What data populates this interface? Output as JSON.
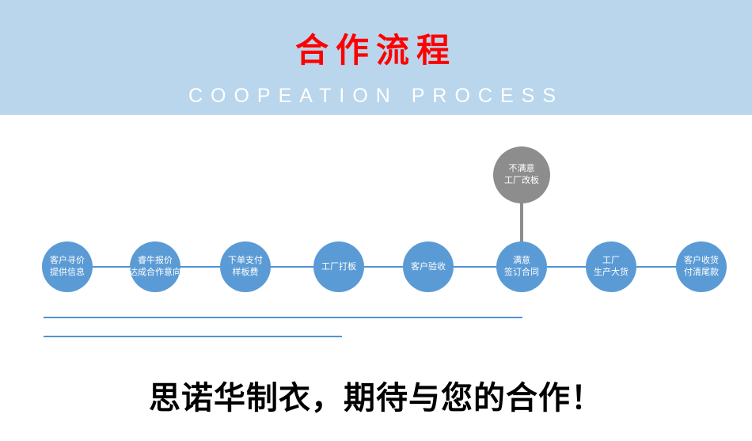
{
  "banner": {
    "title": "合作流程",
    "subtitle": "COOPEATION PROCESS"
  },
  "flow": {
    "steps": [
      {
        "line1": "客户寻价",
        "line2": "提供信息"
      },
      {
        "line1": "睿牛报价",
        "line2": "达成合作意向"
      },
      {
        "line1": "下单支付",
        "line2": "样板费"
      },
      {
        "line1": "工厂打板"
      },
      {
        "line1": "客户验收"
      },
      {
        "line1": "满意",
        "line2": "签订合同"
      },
      {
        "line1": "工厂",
        "line2": "生产大货"
      },
      {
        "line1": "客户收货",
        "line2": "付清尾款"
      }
    ],
    "branch": {
      "line1": "不满意",
      "line2": "工厂改板"
    }
  },
  "footer": {
    "slogan": "思诺华制衣，期待与您的合作！"
  },
  "colors": {
    "banner-bg": "#b9d6ec",
    "title-red": "#ff0000",
    "circle-blue": "#5b9bd5",
    "line-blue": "#4f94d6",
    "node-gray": "#8d8d8d"
  }
}
